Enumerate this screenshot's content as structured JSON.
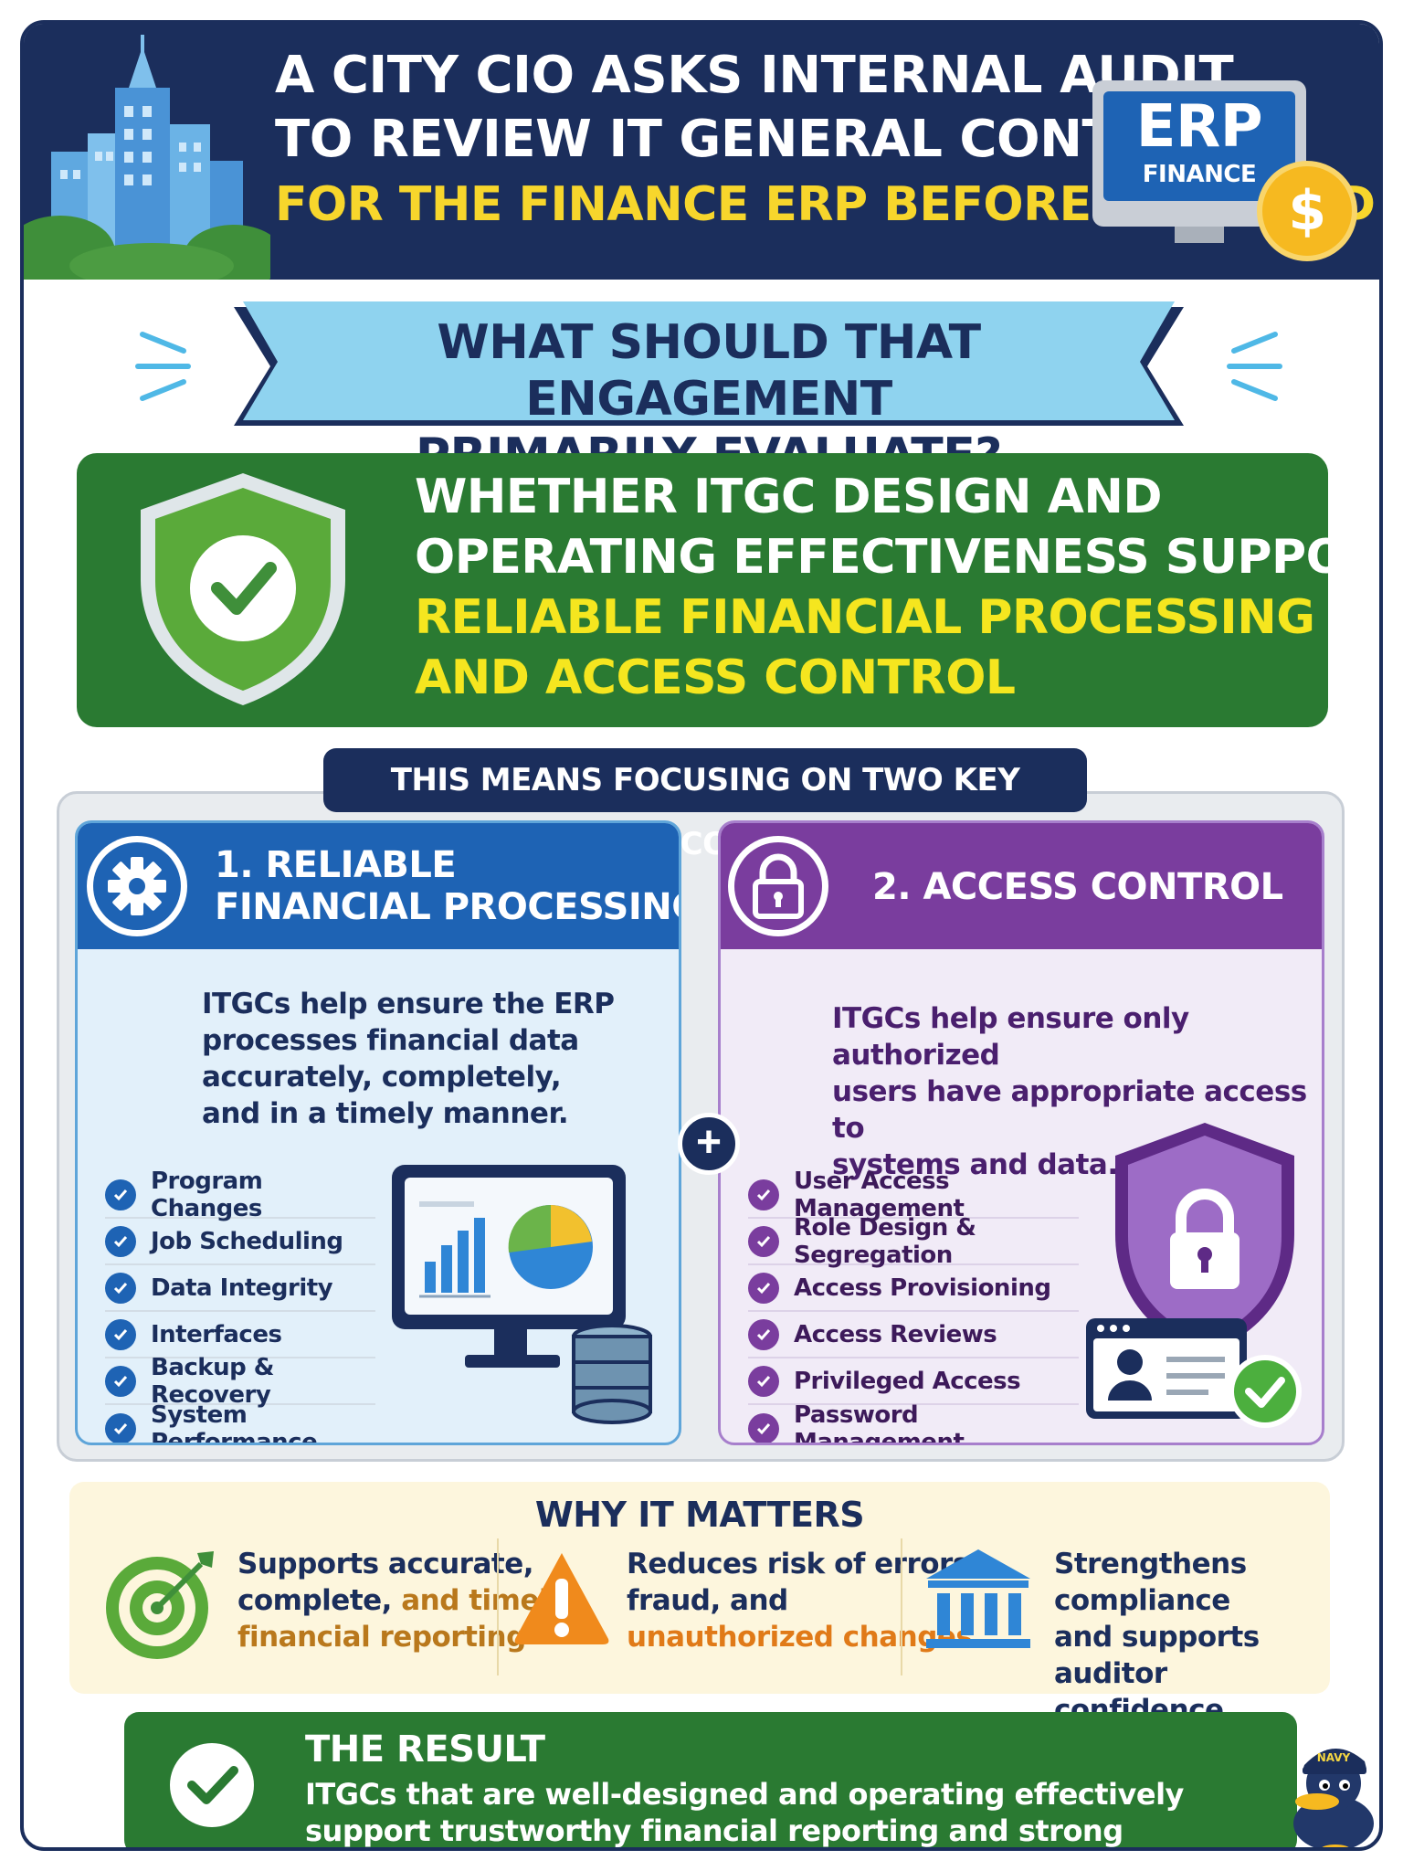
{
  "header": {
    "line1": "A CITY CIO ASKS INTERNAL AUDIT",
    "line2": "TO REVIEW IT GENERAL CONTROLS",
    "line3": "FOR THE FINANCE ERP BEFORE YEAR-END.",
    "erp_label": "ERP",
    "erp_sub": "FINANCE",
    "coin_symbol": "$"
  },
  "question": {
    "line1": "WHAT SHOULD THAT ENGAGEMENT",
    "line2": "PRIMARILY EVALUATE?"
  },
  "answer": {
    "line1": "WHETHER ITGC DESIGN AND",
    "line2": "OPERATING EFFECTIVENESS SUPPORT",
    "line3": "RELIABLE FINANCIAL PROCESSING",
    "line4": "AND ACCESS CONTROL"
  },
  "outcomes": {
    "pill": "THIS MEANS FOCUSING ON TWO KEY OUTCOMES",
    "plus": "+",
    "processing": {
      "title1": "1. RELIABLE",
      "title2": "FINANCIAL PROCESSING",
      "desc": [
        "ITGCs help ensure the ERP",
        "processes financial data",
        "accurately, completely,",
        "and in a timely manner."
      ],
      "items": [
        "Program Changes",
        "Job Scheduling",
        "Data Integrity",
        "Interfaces",
        "Backup & Recovery",
        "System Performance"
      ]
    },
    "access": {
      "title": "2. ACCESS CONTROL",
      "desc": [
        "ITGCs help ensure only authorized",
        "users have appropriate access to",
        "systems and data."
      ],
      "items": [
        "User Access Management",
        "Role Design & Segregation",
        "Access Provisioning",
        "Access Reviews",
        "Privileged Access",
        "Password Management"
      ]
    }
  },
  "why": {
    "title": "WHY IT MATTERS",
    "col1": {
      "a": "Supports accurate,",
      "b": "complete, ",
      "c": "and timely",
      "d": "financial reporting"
    },
    "col2": {
      "a": "Reduces risk of errors,",
      "b": "fraud, and",
      "c": "unauthorized changes"
    },
    "col3": {
      "a": "Strengthens compliance",
      "b": "and supports auditor",
      "c": "confidence"
    }
  },
  "result": {
    "title": "THE RESULT",
    "line1": "ITGCs that are well-designed and operating effectively",
    "line2": "support trustworthy financial reporting and strong stewardship."
  },
  "mascot": {
    "hat_text": "NAVY"
  },
  "colors": {
    "navy": "#1b2e5c",
    "green": "#2a7a32",
    "yellow": "#f5e61f",
    "blue": "#1e63b4",
    "purple": "#7a3d9e",
    "light_blue": "#8fd3ef"
  }
}
